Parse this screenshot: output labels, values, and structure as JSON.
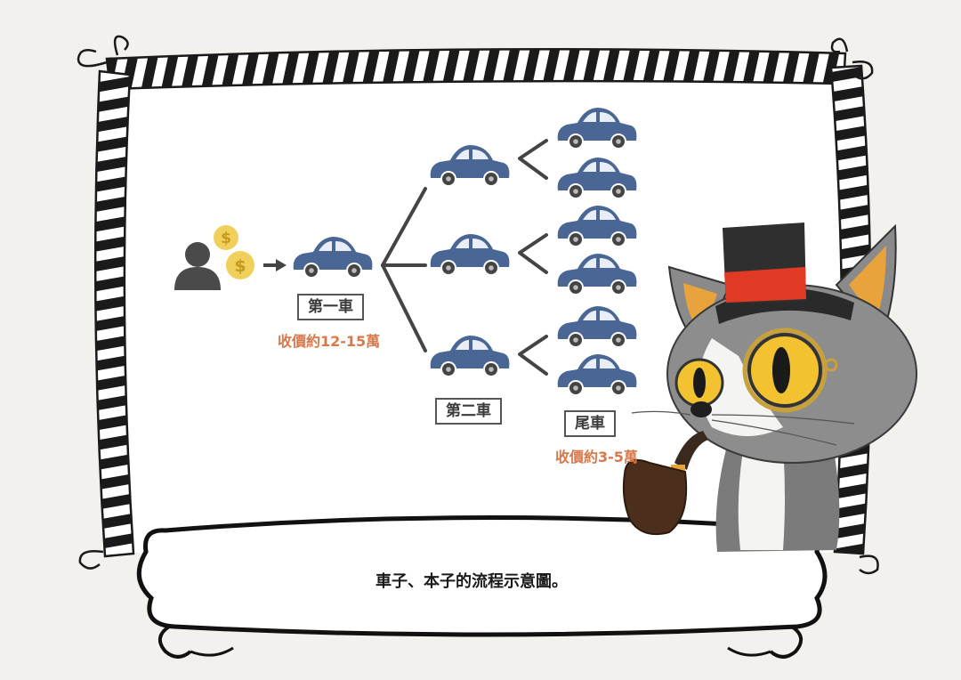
{
  "diagram": {
    "first_car_label": "第一車",
    "first_car_price": "收價約12-15萬",
    "second_car_label": "第二車",
    "last_car_label": "尾車",
    "last_car_price": "收價約3-5萬"
  },
  "caption": "車子、本子的流程示意圖。",
  "colors": {
    "car_body": "#4a6694",
    "price_text": "#d9774a",
    "coin": "#f0cf5a",
    "person": "#4a4a4a"
  }
}
